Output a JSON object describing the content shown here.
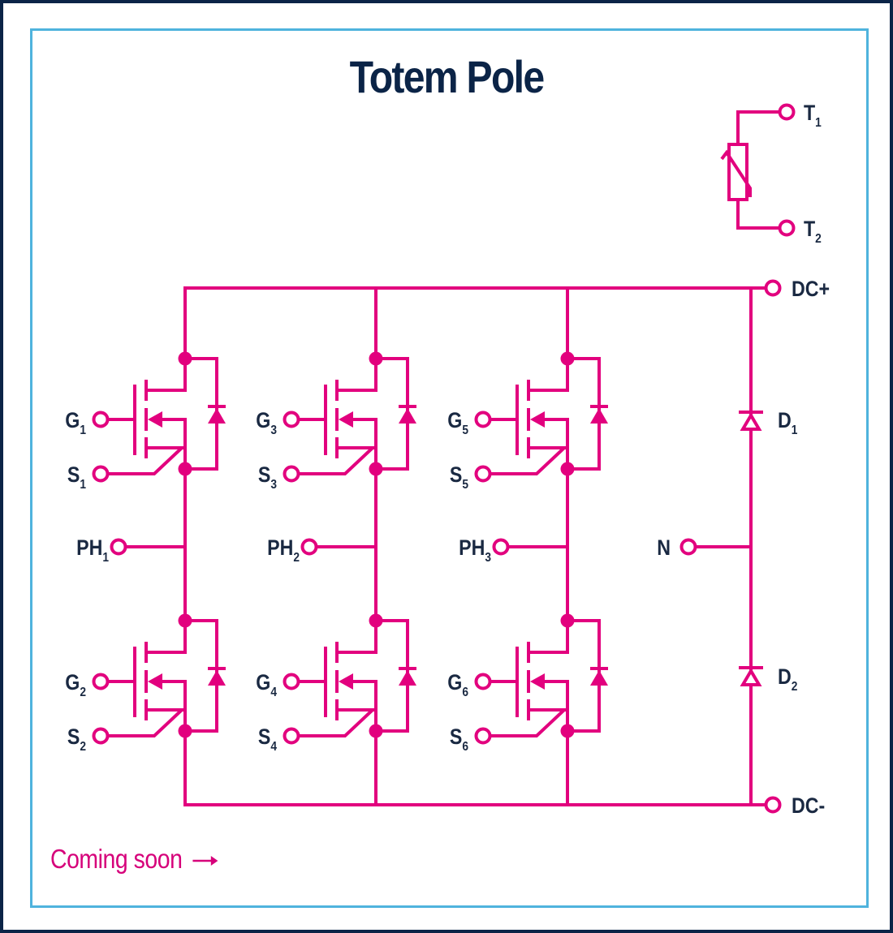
{
  "title": "Totem Pole",
  "footer": {
    "text": "Coming soon",
    "arrow_icon": "right-arrow"
  },
  "colors": {
    "wire": "#e2007e",
    "label": "#1a2942",
    "title": "#0b2447",
    "outer_border": "#0b2447",
    "inner_border": "#4fb3dd",
    "footer_text": "#d6007a"
  },
  "thermistor": {
    "terminals": [
      {
        "name": "T",
        "sub": "1"
      },
      {
        "name": "T",
        "sub": "2"
      }
    ]
  },
  "rails": {
    "positive": "DC+",
    "negative": "DC-"
  },
  "legs": [
    {
      "phase": {
        "name": "PH",
        "sub": "1"
      },
      "high": {
        "gate": {
          "name": "G",
          "sub": "1"
        },
        "source": {
          "name": "S",
          "sub": "1"
        }
      },
      "low": {
        "gate": {
          "name": "G",
          "sub": "2"
        },
        "source": {
          "name": "S",
          "sub": "2"
        }
      }
    },
    {
      "phase": {
        "name": "PH",
        "sub": "2"
      },
      "high": {
        "gate": {
          "name": "G",
          "sub": "3"
        },
        "source": {
          "name": "S",
          "sub": "3"
        }
      },
      "low": {
        "gate": {
          "name": "G",
          "sub": "4"
        },
        "source": {
          "name": "S",
          "sub": "4"
        }
      }
    },
    {
      "phase": {
        "name": "PH",
        "sub": "3"
      },
      "high": {
        "gate": {
          "name": "G",
          "sub": "5"
        },
        "source": {
          "name": "S",
          "sub": "5"
        }
      },
      "low": {
        "gate": {
          "name": "G",
          "sub": "6"
        },
        "source": {
          "name": "S",
          "sub": "6"
        }
      }
    }
  ],
  "diode_leg": {
    "neutral": {
      "name": "N",
      "sub": ""
    },
    "upper_diode": {
      "name": "D",
      "sub": "1"
    },
    "lower_diode": {
      "name": "D",
      "sub": "2"
    }
  }
}
